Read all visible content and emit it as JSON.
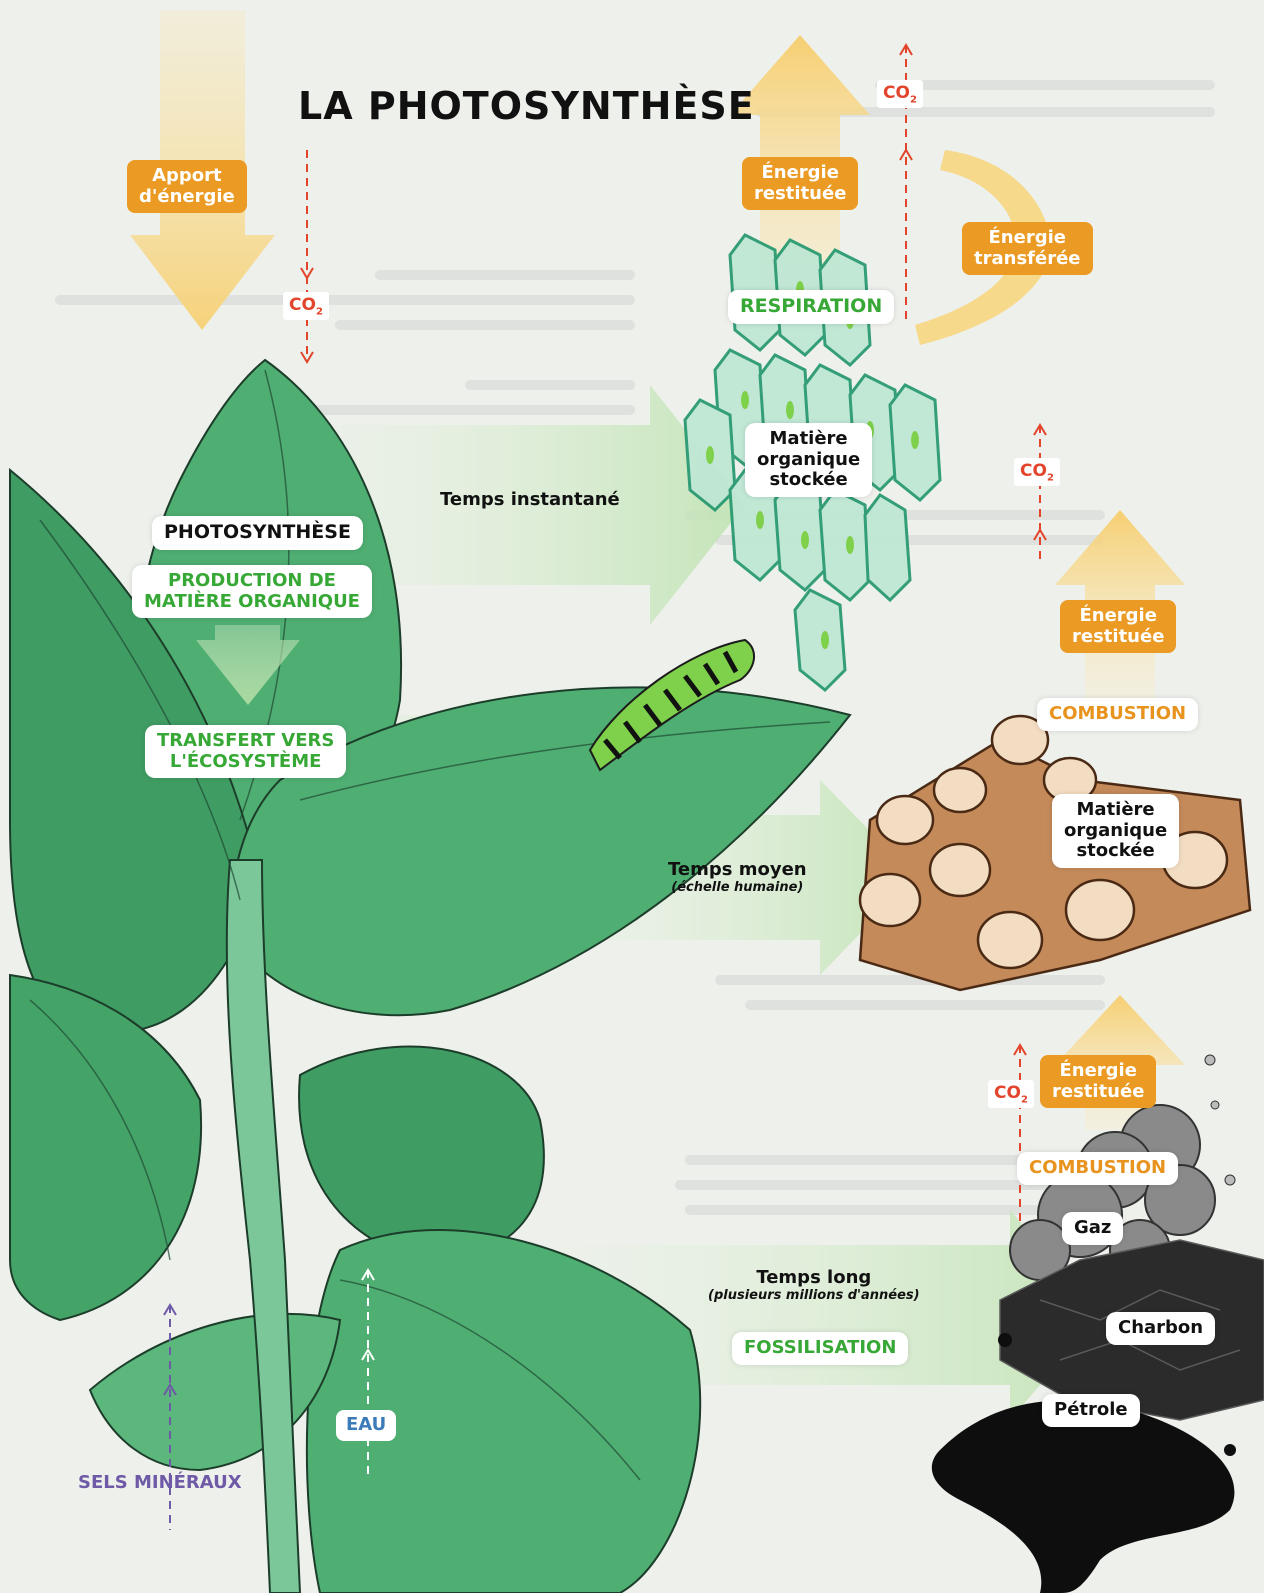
{
  "title": "LA PHOTOSYNTHÈSE",
  "labels": {
    "apport_energie": "Apport\nd'énergie",
    "co2_top_left": "CO",
    "co2_top_right": "CO",
    "co2_right_mid": "CO",
    "co2_bottom_right": "CO",
    "energie_restituee_top": "Énergie\nrestituée",
    "energie_transferee": "Énergie\ntransférée",
    "respiration": "RESPIRATION",
    "matiere_organique_stockee_top": "Matière\norganique\nstockée",
    "temps_instantane": "Temps instantané",
    "photosynthese": "PHOTOSYNTHÈSE",
    "production_matiere": "PRODUCTION DE\nMATIÈRE ORGANIQUE",
    "transfert_ecosysteme": "TRANSFERT VERS\nL'ÉCOSYSTÈME",
    "energie_restituee_mid": "Énergie\nrestituée",
    "combustion_mid": "COMBUSTION",
    "matiere_organique_stockee_mid": "Matière\norganique\nstockée",
    "temps_moyen": "Temps moyen",
    "temps_moyen_sub": "(échelle humaine)",
    "energie_restituee_bottom": "Énergie\nrestituée",
    "combustion_bottom": "COMBUSTION",
    "gaz": "Gaz",
    "charbon": "Charbon",
    "petrole": "Pétrole",
    "temps_long": "Temps long",
    "temps_long_sub": "(plusieurs millions d'années)",
    "fossilisation": "FOSSILISATION",
    "eau": "EAU",
    "sels_mineraux": "SELS MINÉRAUX"
  },
  "co2_subscript": "2",
  "colors": {
    "background": "#eef0ec",
    "leaf_dark": "#3f9d63",
    "leaf_mid": "#4fae72",
    "leaf_light": "#7fcb8f",
    "green_arrow": "#cfe9c4",
    "energy_orange": "#eb9a23",
    "energy_yellow": "#f7d98a",
    "co2_red": "#e2452b",
    "wood_brown": "#d6a57a",
    "coal": "#2b2b2b",
    "gas_gray": "#8a8a8a",
    "water_blue": "#3b7bb8",
    "minerals_purple": "#6e5aa6"
  }
}
